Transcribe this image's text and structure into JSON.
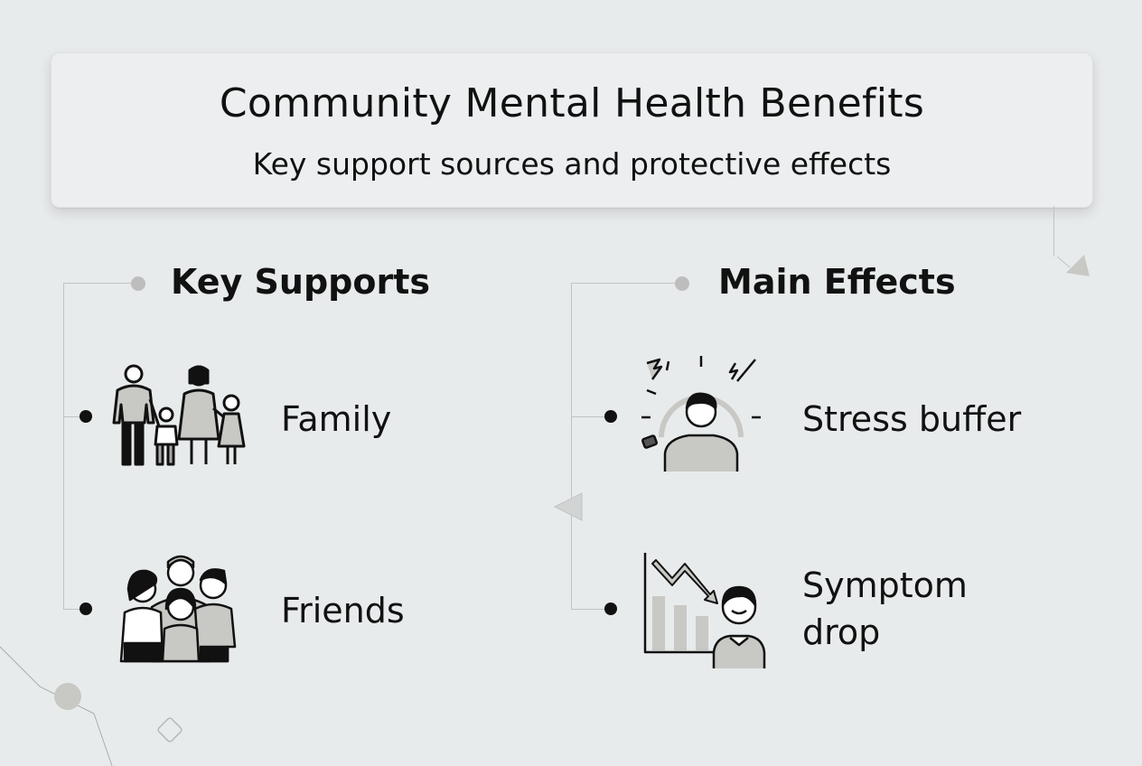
{
  "header": {
    "title": "Community Mental Health Benefits",
    "subtitle": "Key support sources and protective effects"
  },
  "sections": [
    {
      "title": "Key Supports",
      "items": [
        {
          "label": "Family",
          "icon": "family-icon"
        },
        {
          "label": "Friends",
          "icon": "friends-group-icon"
        }
      ]
    },
    {
      "title": "Main Effects",
      "items": [
        {
          "label": "Stress buffer",
          "icon": "stress-buffer-person-icon"
        },
        {
          "label": "Symptom drop",
          "label_lines": [
            "Symptom",
            "drop"
          ],
          "icon": "declining-chart-person-icon"
        }
      ]
    }
  ],
  "colors": {
    "background": "#e8ebec",
    "card": "#eceeef",
    "text": "#111111",
    "connector": "#bfc3c4",
    "icon_fill": "#c8c8c4"
  }
}
